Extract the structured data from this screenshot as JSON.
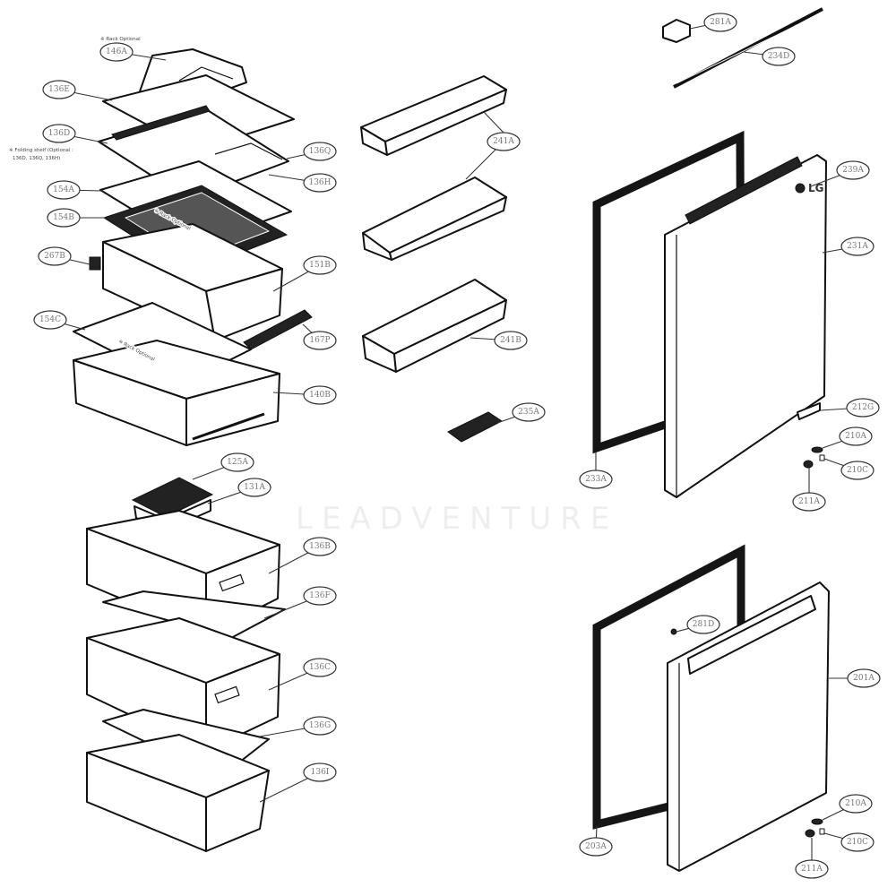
{
  "diagram": {
    "watermark": "LEADVENTURE",
    "logo_text": "LG",
    "notes": {
      "rack_optional_top": "※ Rack Optional",
      "folding_shelf_line1": "※ Folding shelf (Optional :",
      "folding_shelf_line2": "136D, 136Q, 136H)",
      "rack_optional_mid": "※ Rack Optional",
      "rack_optional_low": "※ Rack Optional"
    },
    "callouts": [
      "146A",
      "136E",
      "136D",
      "136Q",
      "136H",
      "154A",
      "154B",
      "267B",
      "151B",
      "154C",
      "167P",
      "140B",
      "281A",
      "234D",
      "239A",
      "241A",
      "241B",
      "235A",
      "231A",
      "212G",
      "210A",
      "210C",
      "211A",
      "233A",
      "125A",
      "131A",
      "136B",
      "136F",
      "136C",
      "136G",
      "136I",
      "281D",
      "201A",
      "210A",
      "210C",
      "211A",
      "203A"
    ]
  }
}
